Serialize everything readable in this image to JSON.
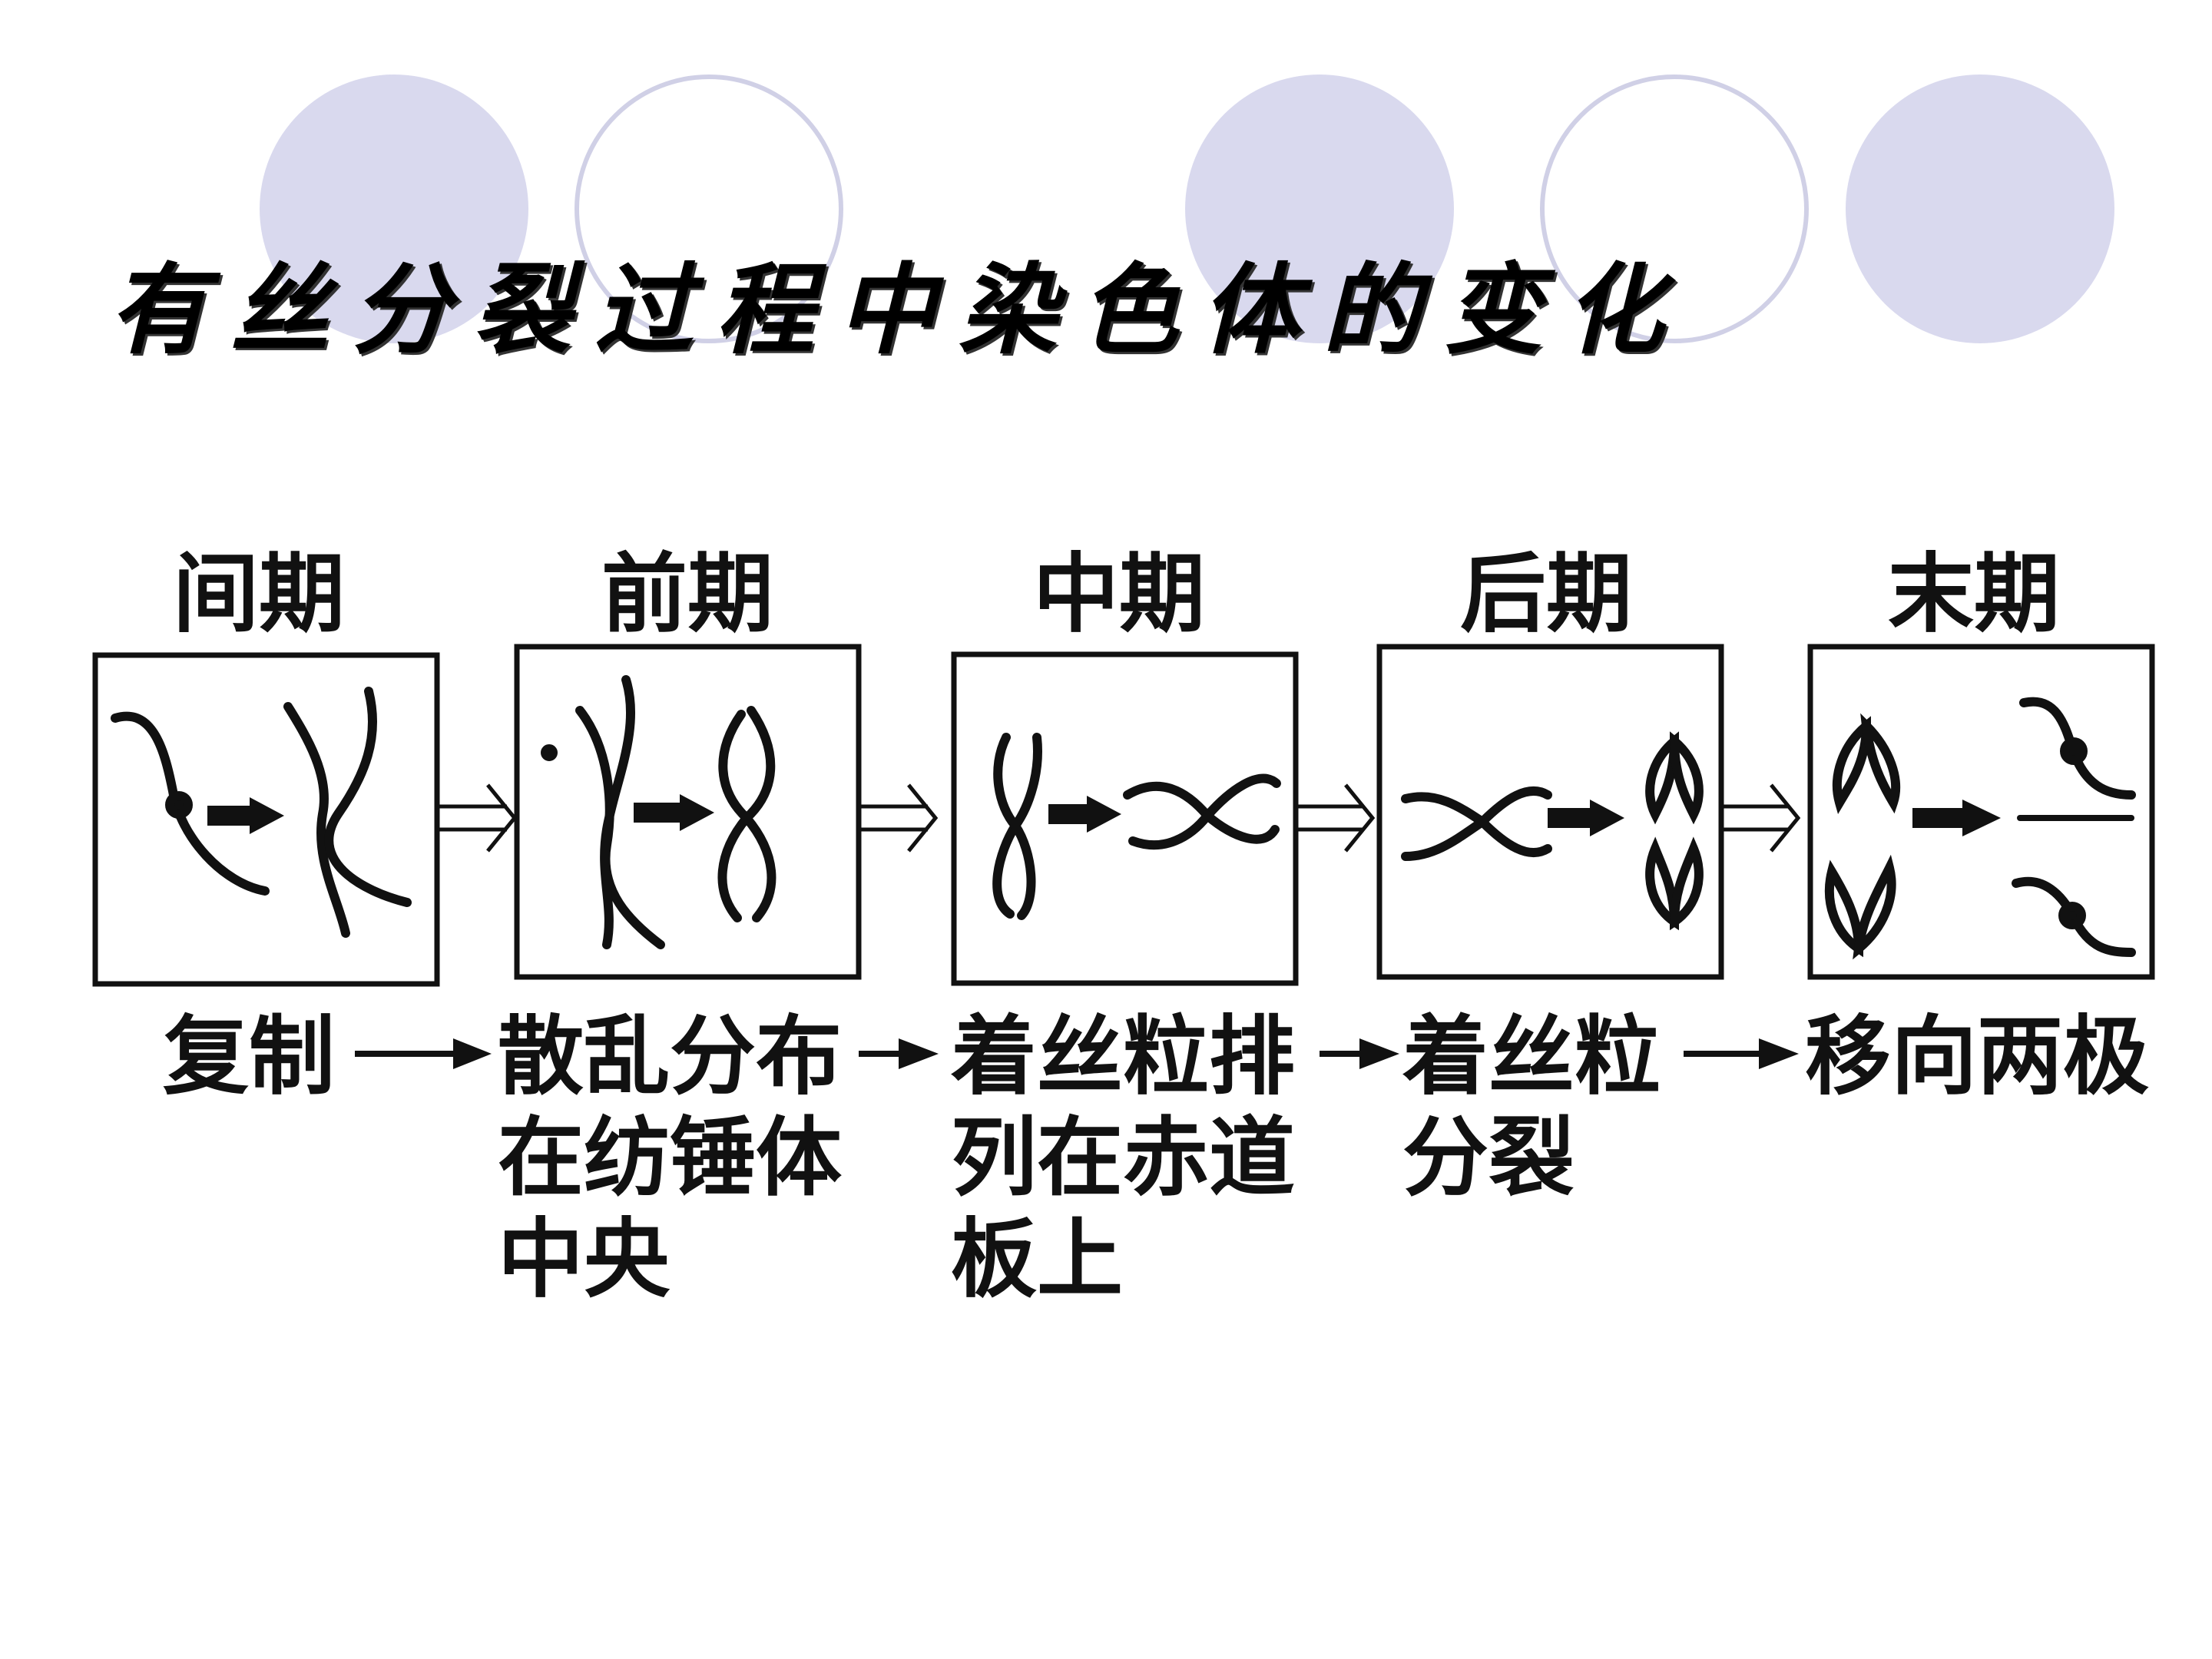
{
  "title": "有丝分裂过程中染色体的变化",
  "decoration": {
    "fill_color": "#d9d9ee",
    "stroke_color": "#d0d0e6"
  },
  "phases": [
    {
      "label": "间期",
      "description": "复制"
    },
    {
      "label": "前期",
      "description": "散乱分布\n在纺锤体\n中央"
    },
    {
      "label": "中期",
      "description": "着丝粒排\n列在赤道\n板上"
    },
    {
      "label": "后期",
      "description": "着丝粒\n分裂"
    },
    {
      "label": "末期",
      "description": "移向两极"
    }
  ],
  "colors": {
    "ink": "#111111",
    "background": "#ffffff"
  }
}
